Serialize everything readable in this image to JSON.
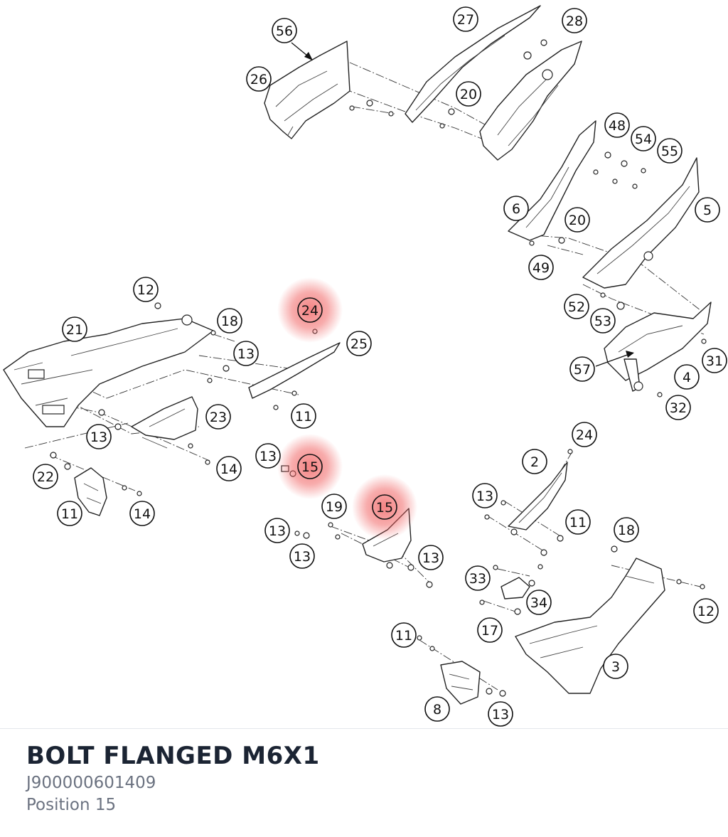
{
  "part": {
    "title": "BOLT FLANGED M6X1",
    "number": "J900000601409",
    "position": "Position 15"
  },
  "diagram": {
    "highlight_color": "#f05a5a",
    "highlighted_position": "15",
    "callouts": [
      {
        "label": "56"
      },
      {
        "label": "27"
      },
      {
        "label": "28"
      },
      {
        "label": "26"
      },
      {
        "label": "20"
      },
      {
        "label": "48"
      },
      {
        "label": "54"
      },
      {
        "label": "55"
      },
      {
        "label": "6"
      },
      {
        "label": "20"
      },
      {
        "label": "5"
      },
      {
        "label": "49"
      },
      {
        "label": "12"
      },
      {
        "label": "24",
        "highlighted": true
      },
      {
        "label": "21"
      },
      {
        "label": "18"
      },
      {
        "label": "25"
      },
      {
        "label": "13"
      },
      {
        "label": "52"
      },
      {
        "label": "53"
      },
      {
        "label": "31"
      },
      {
        "label": "57"
      },
      {
        "label": "4"
      },
      {
        "label": "32"
      },
      {
        "label": "23"
      },
      {
        "label": "11"
      },
      {
        "label": "13"
      },
      {
        "label": "13"
      },
      {
        "label": "15",
        "highlighted": true
      },
      {
        "label": "14"
      },
      {
        "label": "24"
      },
      {
        "label": "2"
      },
      {
        "label": "13"
      },
      {
        "label": "11"
      },
      {
        "label": "22"
      },
      {
        "label": "11"
      },
      {
        "label": "14"
      },
      {
        "label": "19"
      },
      {
        "label": "15",
        "highlighted": true
      },
      {
        "label": "13"
      },
      {
        "label": "13"
      },
      {
        "label": "13"
      },
      {
        "label": "18"
      },
      {
        "label": "33"
      },
      {
        "label": "34"
      },
      {
        "label": "12"
      },
      {
        "label": "17"
      },
      {
        "label": "11"
      },
      {
        "label": "3"
      },
      {
        "label": "8"
      },
      {
        "label": "13"
      }
    ]
  }
}
